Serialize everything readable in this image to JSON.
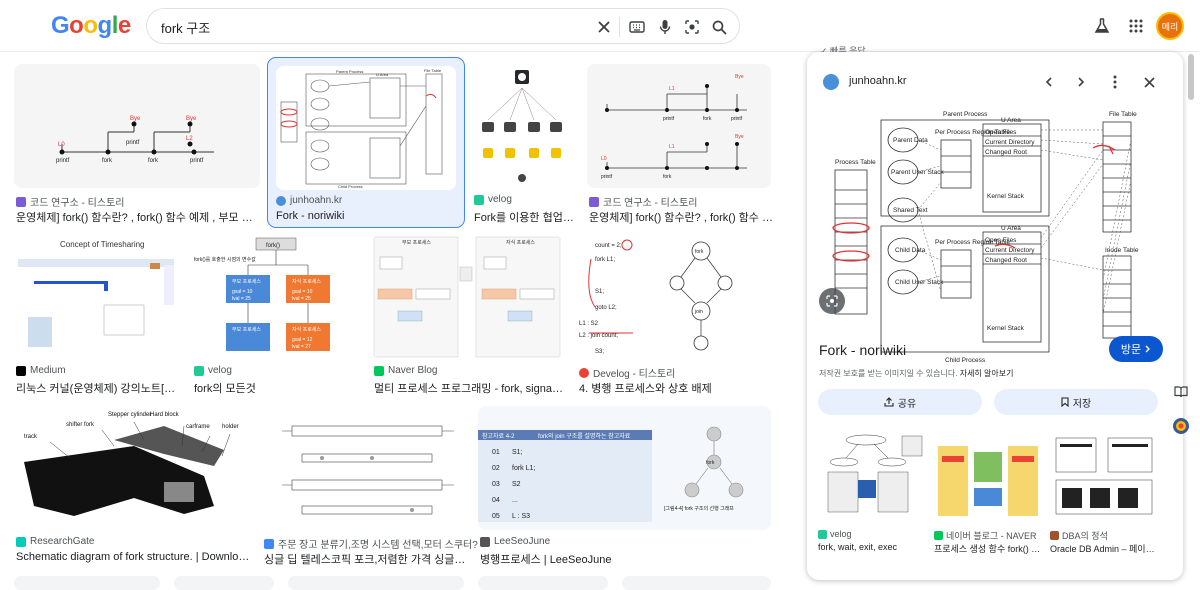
{
  "search": {
    "query": "fork 구조"
  },
  "logo": [
    "G",
    "o",
    "o",
    "g",
    "l",
    "e"
  ],
  "logo_colors": [
    "#4285f4",
    "#ea4335",
    "#fbbc05",
    "#4285f4",
    "#34a853",
    "#ea4335"
  ],
  "avatar_label": "메리",
  "quick_answer": "✓ 빠른 응답",
  "results": [
    {
      "source": "코드 연구소 - 티스토리",
      "title": "운영체제] fork() 함수란? , fork() 함수 예제 , 부모 자식 프...",
      "fav": "#7b5cd6"
    },
    {
      "source": "junhoahn.kr",
      "title": "Fork - noriwiki",
      "fav": "#4a90d9"
    },
    {
      "source": "velog",
      "title": "Fork를 이용한 협업 ...",
      "fav": "#20c997"
    },
    {
      "source": "코드 연구소 - 티스토리",
      "title": "운영체제] fork() 함수란? , fork() 함수 예제...",
      "fav": "#7b5cd6"
    },
    {
      "source": "Medium",
      "title": "리눅스 커널(운영체제) 강의노트[3]. 2...",
      "fav": "#000000"
    },
    {
      "source": "velog",
      "title": "fork의 모든것",
      "fav": "#20c997"
    },
    {
      "source": "Naver Blog",
      "title": "멀티 프로세스 프로그래밍 - fork, signal : 네...",
      "fav": "#03c75a"
    },
    {
      "source": "Develog - 티스토리",
      "title": "4. 병행 프로세스와 상호 배제",
      "fav": "#ea4335"
    },
    {
      "source": "ResearchGate",
      "title": "Schematic diagram of fork structure. | Download ...",
      "fav": "#00ccbb"
    },
    {
      "source": "주문 장고 분류기,조명 시스템 선택,모터 스쿠터?",
      "title": "싱글 딥 텔레스코픽 포크,저렴한 가격 싱글 딥 텔...",
      "fav": "#4285f4"
    },
    {
      "source": "LeeSeoJune",
      "title": "병행프로세스 | LeeSeoJune",
      "fav": "#555555"
    }
  ],
  "thumb_text": {
    "t1": {
      "l0": "L0",
      "l1": "L1",
      "l2": "L2",
      "bye": "Bye",
      "printf": "printf",
      "fork": "fork"
    },
    "t2": {
      "parent": "Parent Process",
      "uarea": "U Area",
      "filetable": "File Table",
      "child": "Child Process"
    },
    "t5": {
      "title": "Concept of Timesharing"
    },
    "t6": {
      "fork": "fork()",
      "label": "fork()를 호출한 시점의 변수값",
      "parent": "부모 프로세스",
      "child": "자식 프로세스",
      "p1": "gval = 10",
      "p2": "lval = 25",
      "c1": "gval = 12",
      "c2": "lval = 27"
    },
    "t7": {
      "parent": "부모 프로세스",
      "child": "자식 프로세스"
    },
    "t8": {
      "count": "count = 2;",
      "forkl1": "fork L1;",
      "s1": "S1;",
      "goto": "goto L2;",
      "l1": "L1 : S2",
      "l2": "L2 : join count;",
      "s3": "S3;",
      "fork": "fork",
      "join": "join"
    },
    "t9": {
      "track": "track",
      "shifter": "shifter fork",
      "stepper": "Stepper cylinder",
      "hard": "Hard block",
      "carframe": "carframe",
      "holder": "holder"
    },
    "t11": {
      "head": "참고자료 4-2",
      "headb": "fork와 join 구조를 설명하는 참고자료",
      "r1": "S1;",
      "r2": "fork L1;",
      "r3": "S2",
      "r4": "...",
      "r5": "L : S3",
      "caption": "[그림4-4] fork 구조의 선행 그래프",
      "fork": "fork",
      "n01": "01",
      "n02": "02",
      "n03": "03",
      "n04": "04",
      "n05": "05"
    }
  },
  "panel": {
    "source": "junhoahn.kr",
    "title": "Fork - noriwiki",
    "visit_label": "방문",
    "note": "저작권 보호를 받는 이미지일 수 있습니다.",
    "note_link": "자세히 알아보기",
    "share_label": "공유",
    "save_label": "저장",
    "diagram": {
      "parent_process": "Parent Process",
      "child_process": "Child Process",
      "u_area": "U Area",
      "u_area_2": "U Area",
      "file_table": "File Table",
      "process_table": "Process Table",
      "inode_table": "Inode Table",
      "per_process": "Per Process Region Table",
      "per_process_2": "Per Process Region Table",
      "parent_data": "Parent Data",
      "parent_stack": "Parent User Stack",
      "shared_text": "Shared Text",
      "child_data": "Child Data",
      "child_stack": "Child User Stack",
      "open_files": "Open Files",
      "current_dir": "Current Directory",
      "changed_root": "Changed Root",
      "kernel_stack": "Kernel Stack",
      "open_files_2": "Open Files",
      "current_dir_2": "Current Directory",
      "changed_root_2": "Changed Root",
      "kernel_stack_2": "Kernel Stack"
    },
    "related": [
      {
        "source": "velog",
        "title": "fork, wait, exit, exec",
        "fav": "#20c997"
      },
      {
        "source": "네이버 블로그 - NAVER",
        "title": "프로세스 생성 함수 fork() 사...",
        "fav": "#03c75a"
      },
      {
        "source": "DBA의 정석",
        "title": "Oracle DB Admin – 페이지 ...",
        "fav": "#a0522d"
      }
    ]
  }
}
